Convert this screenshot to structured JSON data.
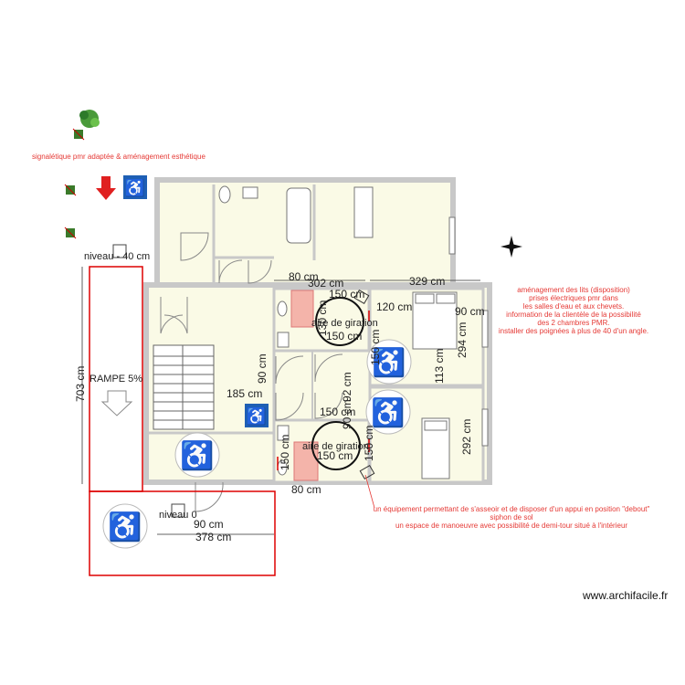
{
  "notes": {
    "top_signage": "signalétique pmr adaptée & aménagement esthétique",
    "right_block": [
      "aménagement des lits (disposition)",
      "prises électriques pmr dans",
      "les salles d'eau et aux chevets.",
      "information de la clientèle de la possibilité",
      "des 2 chambres PMR.",
      "installer des poignées à plus de 40 d'un angle."
    ],
    "bottom_block": [
      "un équipement permettant de s'asseoir et de disposer d'un appui en position \"debout\"",
      "siphon de sol",
      "un espace de manoeuvre avec possibilité de demi-tour situé à l'intérieur"
    ]
  },
  "labels": {
    "niveau_top": "niveau - 40 cm",
    "niveau_bottom": "niveau 0",
    "rampe": "RAMPE 5%",
    "dim_703": "703 cm",
    "dim_80_top": "80 cm",
    "dim_302": "302 cm",
    "dim_329": "329 cm",
    "dim_150_a": "150 cm",
    "dim_130": "130 cm",
    "dim_120": "120 cm",
    "dim_90_right": "90 cm",
    "aire_1": "aire de giration",
    "aire_1_size": "150 cm",
    "dim_150_v_a": "150 cm",
    "dim_294": "294 cm",
    "dim_113": "113 cm",
    "dim_90_v": "90 cm",
    "dim_185": "185 cm",
    "dim_92": "92 cm",
    "dim_150_b": "150 cm",
    "dim_90_c": "90 cm",
    "aire_2": "aire de giration",
    "aire_2_size": "150 cm",
    "dim_150_v_b": "150 cm",
    "dim_292": "292 cm",
    "dim_150_v_c": "150 cm",
    "dim_80_bottom": "80 cm",
    "dim_90_bottom": "90 cm",
    "dim_378": "378 cm"
  },
  "watermark": "www.archifacile.fr",
  "colors": {
    "room_fill": "#fafae6",
    "wall": "#c8c8c8",
    "note_red": "#e53935",
    "pmr_blue": "#1e5fb4",
    "shower": "#f4b4aa"
  }
}
